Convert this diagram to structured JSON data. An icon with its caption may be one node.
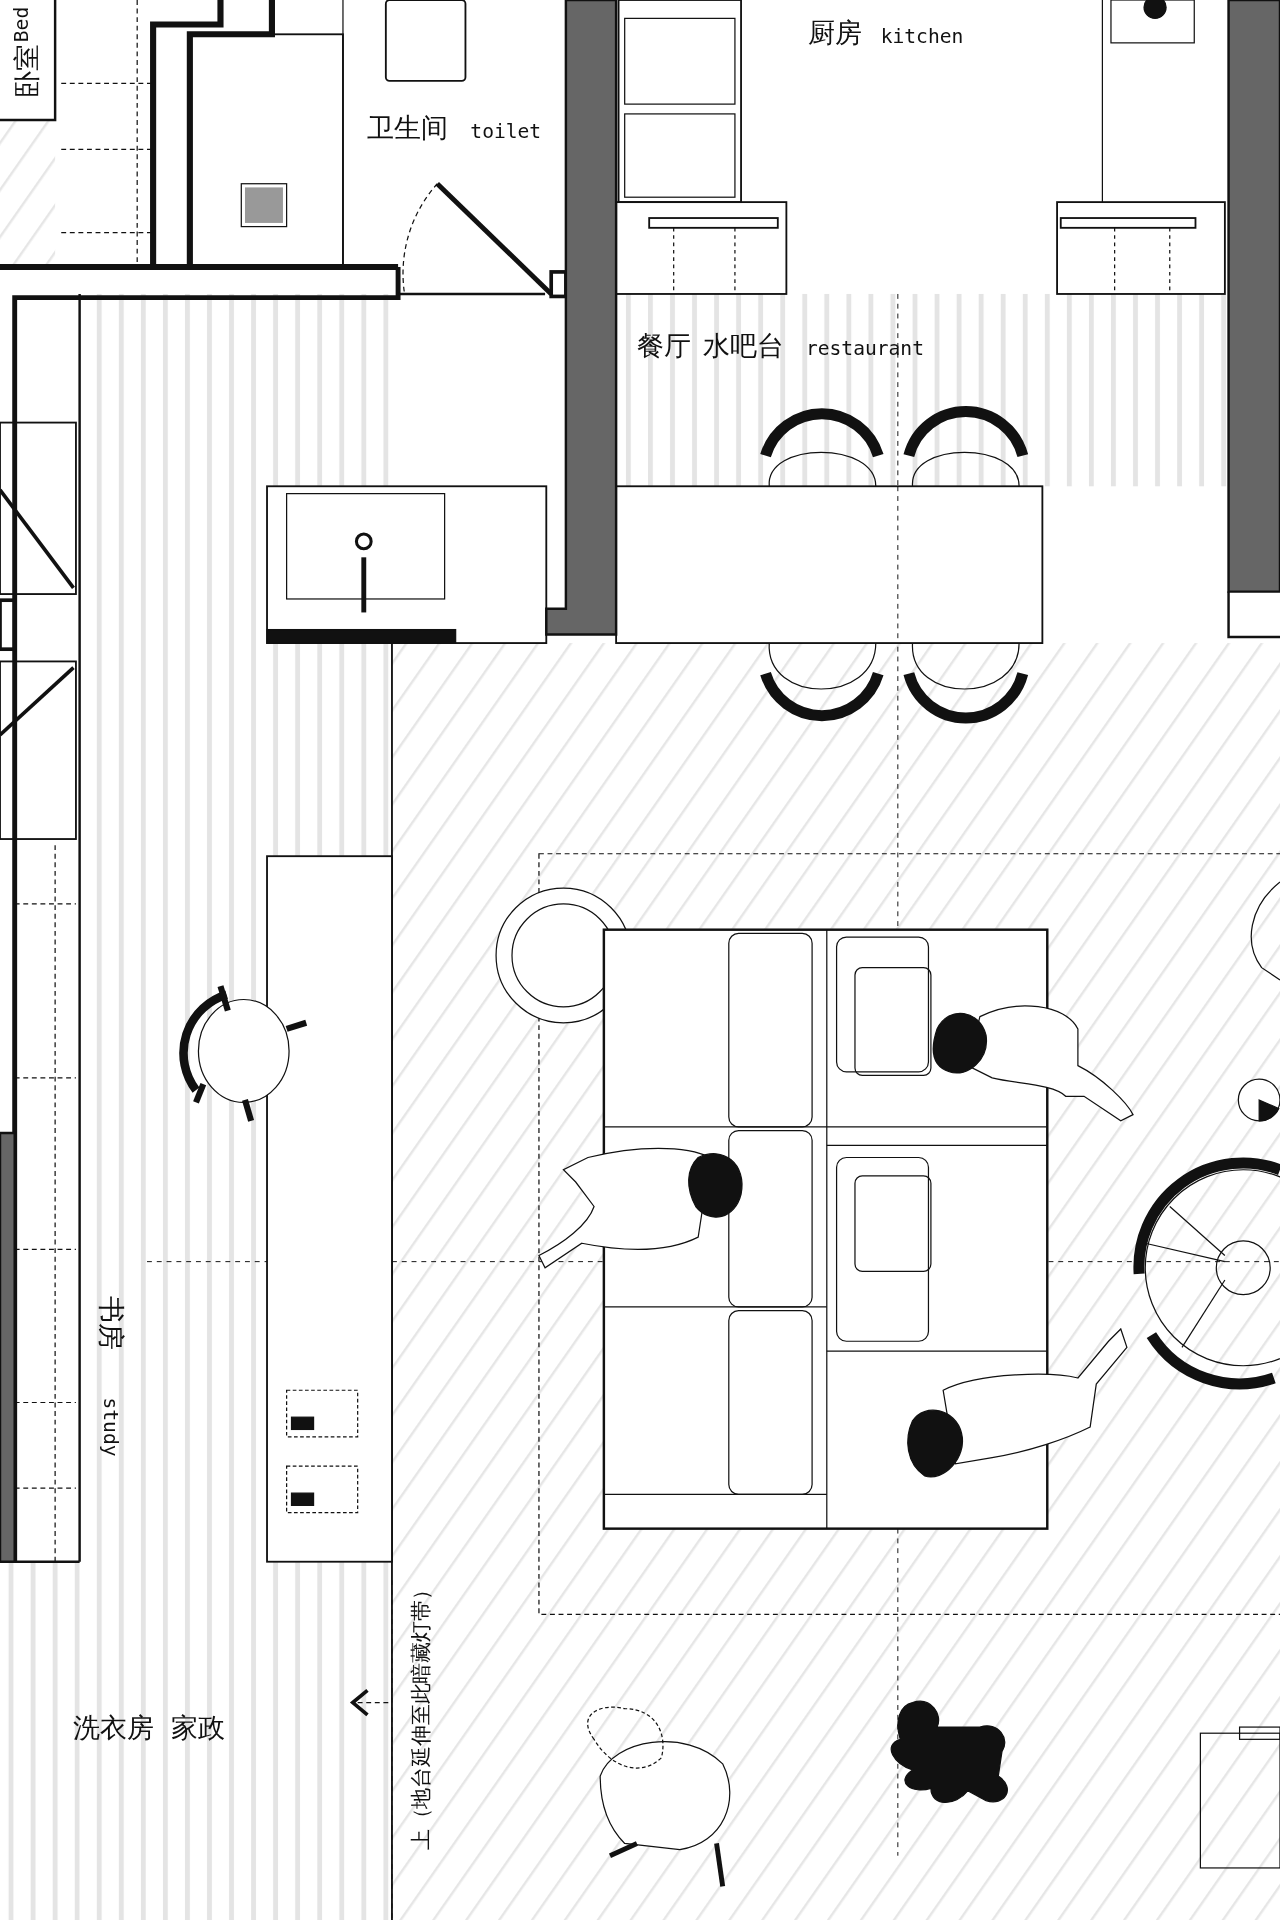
{
  "diagram": {
    "nodes": [
      {
        "text": [],
        "shape": "box"
      },
      {
        "text": [],
        "shape": "box"
      },
      {
        "text": [],
        "shape": "box"
      },
      {
        "text": [],
        "shape": "picture"
      }
    ],
    "labels": [
      "卧室",
      "Bed",
      "卫生间",
      "toilet",
      "厨房",
      "kitchen",
      "餐厅",
      "水吧台",
      "restaurant",
      "书房",
      "study",
      "洗衣房",
      "家政",
      "上（地台延伸至此暗藏灯带）"
    ]
  }
}
